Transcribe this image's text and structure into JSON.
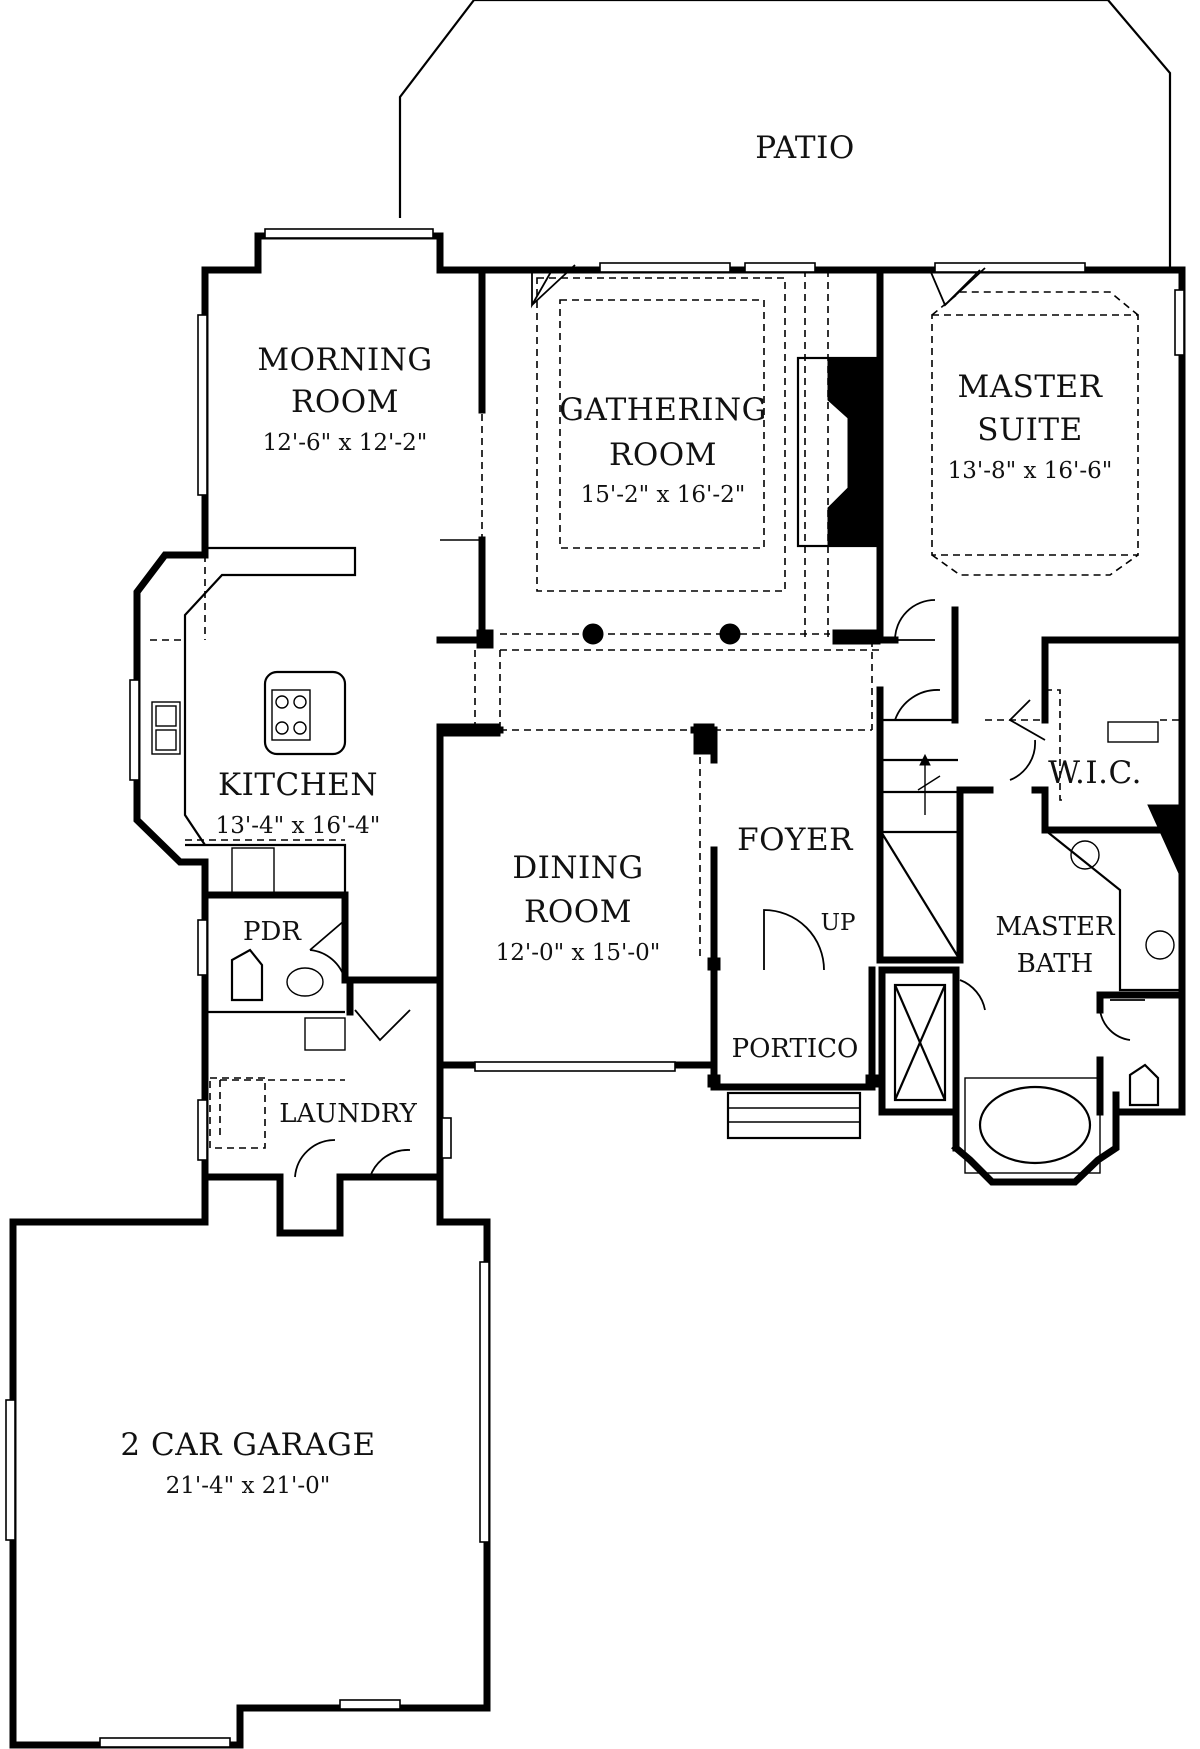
{
  "rooms": {
    "patio": {
      "name": "PATIO"
    },
    "morning_room": {
      "name_line1": "MORNING",
      "name_line2": "ROOM",
      "dimensions": "12'-6\" x 12'-2\""
    },
    "gathering_room": {
      "name_line1": "GATHERING",
      "name_line2": "ROOM",
      "dimensions": "15'-2\" x 16'-2\""
    },
    "master_suite": {
      "name_line1": "MASTER",
      "name_line2": "SUITE",
      "dimensions": "13'-8\" x 16'-6\""
    },
    "kitchen": {
      "name": "KITCHEN",
      "dimensions": "13'-4\" x 16'-4\""
    },
    "wic": {
      "name": "W.I.C."
    },
    "foyer": {
      "name": "FOYER"
    },
    "dining_room": {
      "name_line1": "DINING",
      "name_line2": "ROOM",
      "dimensions": "12'-0\" x 15'-0\""
    },
    "master_bath": {
      "name_line1": "MASTER",
      "name_line2": "BATH"
    },
    "pdr": {
      "name": "PDR"
    },
    "stairs": {
      "label": "UP"
    },
    "portico": {
      "name": "PORTICO"
    },
    "laundry": {
      "name": "LAUNDRY"
    },
    "garage": {
      "name": "2 CAR GARAGE",
      "dimensions": "21'-4\" x 21'-0\""
    }
  }
}
